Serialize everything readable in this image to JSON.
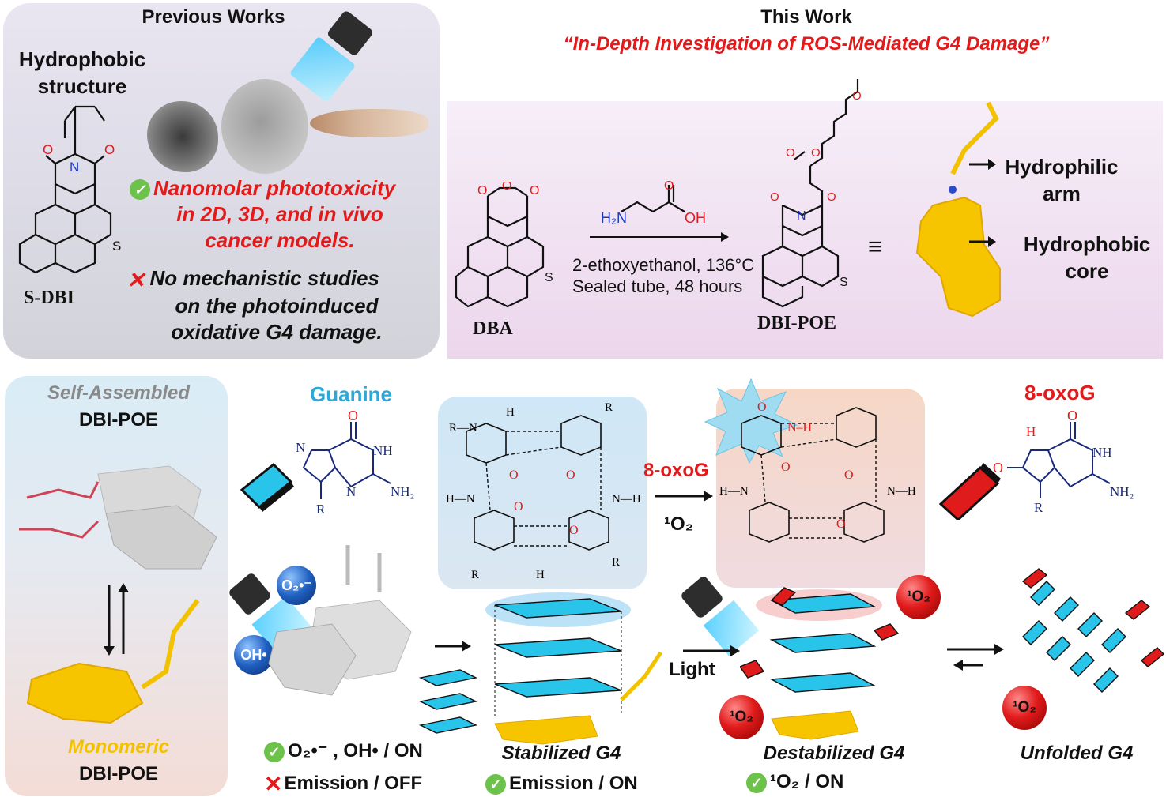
{
  "colors": {
    "red": "#e41a1a",
    "guanine_blue": "#29a8d9",
    "mono_yellow": "#f2c200",
    "self_grey": "#8a8a8a",
    "check_green": "#6cc24a"
  },
  "previous": {
    "title": "Previous Works",
    "hydrophobic_line1": "Hydrophobic",
    "hydrophobic_line2": "structure",
    "compound": "S-DBI",
    "result_line1": "Nanomolar phototoxicity",
    "result_line2": "in 2D, 3D, and in vivo",
    "result_line3": "cancer models.",
    "limit_line1": "No mechanistic studies",
    "limit_line2": "on the photoinduced",
    "limit_line3": "oxidative G4 damage."
  },
  "this_work": {
    "title": "This Work",
    "subtitle": "“In-Depth Investigation of ROS-Mediated G4 Damage”",
    "start_compound": "DBA",
    "reagent": "H2N ... OH",
    "cond_line1": "2-ethoxyethanol, 136°C",
    "cond_line2": "Sealed tube, 48 hours",
    "product": "DBI-POE",
    "arm_line1": "Hydrophilic",
    "arm_line2": "arm",
    "core_line1": "Hydrophobic",
    "core_line2": "core"
  },
  "lower": {
    "self_line1": "Self-Assembled",
    "self_line2": "DBI-POE",
    "mono_line1": "Monomeric",
    "mono_line2": "DBI-POE",
    "guanine": "Guanine",
    "oxog_title": "8-oxoG",
    "oxog_mid": "8-oxoG",
    "singlet": "¹O₂",
    "light": "Light",
    "superoxide": "O₂•⁻",
    "hydroxyl": "OH•",
    "status1_line1": "O₂•⁻ , OH• / ON",
    "status1_line2": "Emission / OFF",
    "stab_label": "Stabilized G4",
    "stab_status": "Emission / ON",
    "dest_label": "Destabilized G4",
    "dest_status": "¹O₂ / ON",
    "unf_label": "Unfolded G4"
  }
}
